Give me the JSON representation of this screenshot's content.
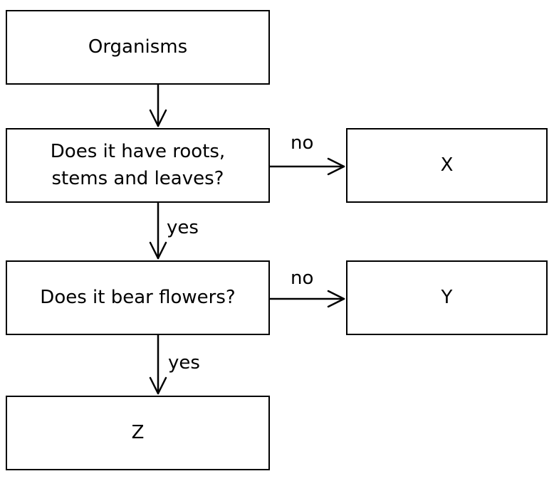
{
  "nodes": {
    "organisms": "Organisms",
    "roots_question": "Does it have roots,\nstems and leaves?",
    "x": "X",
    "flowers_question": "Does it bear flowers?",
    "y": "Y",
    "z": "Z"
  },
  "edges": {
    "roots_no": "no",
    "roots_yes": "yes",
    "flowers_no": "no",
    "flowers_yes": "yes"
  }
}
